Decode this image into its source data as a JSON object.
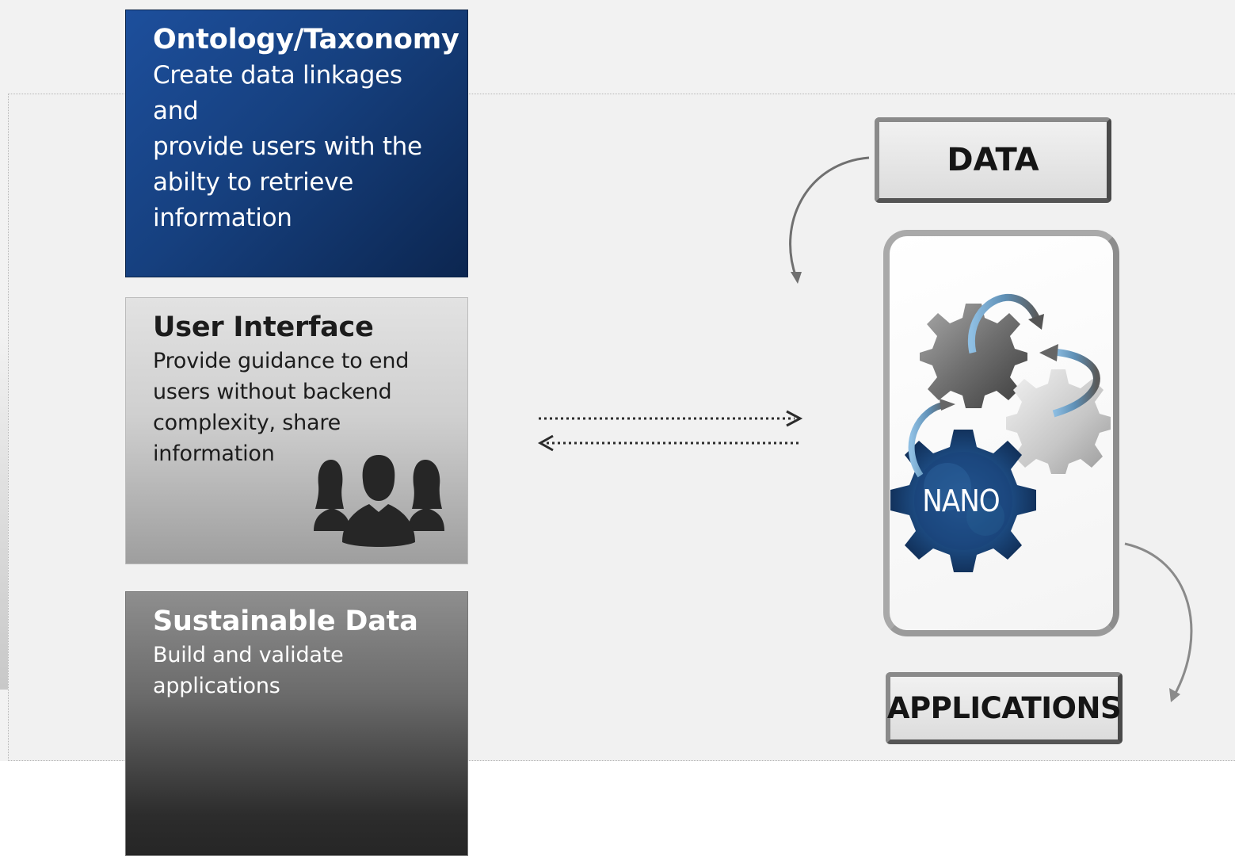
{
  "cards": {
    "ontology": {
      "title": "Ontology/Taxonomy",
      "lines": [
        "Create data linkages and",
        "provide users with the",
        "abilty to retrieve",
        "information"
      ]
    },
    "ui": {
      "title": "User Interface",
      "lines": [
        "Provide guidance to end",
        "users without backend",
        "complexity, share",
        "information"
      ]
    },
    "data": {
      "title": "Sustainable Data",
      "lines": [
        "Build and validate",
        "applications"
      ]
    }
  },
  "flow": {
    "data_label": "DATA",
    "apps_label": "APPLICATIONS",
    "gear_label": "NANO"
  },
  "icons": [
    "people-group-icon",
    "gear-icon",
    "cycle-arrow-icon",
    "double-arrow-icon"
  ],
  "colors": {
    "ontology_bg": "#16407f",
    "ui_bg": "#cfcfcf",
    "data_bg": "#4a4a4a",
    "nano_gear": "#1f4f8a"
  }
}
